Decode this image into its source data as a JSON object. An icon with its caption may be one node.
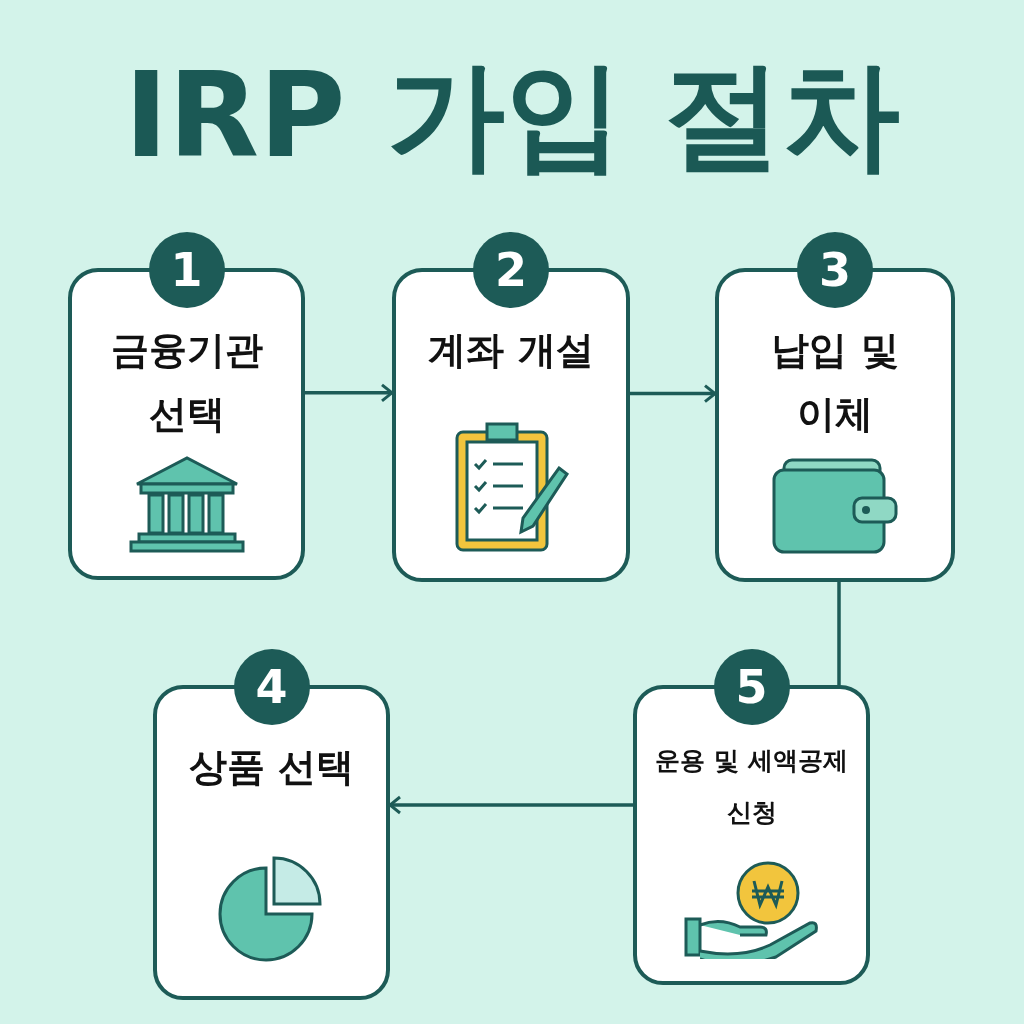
{
  "diagram": {
    "title": "IRP 가입 절차",
    "nodes": [
      {
        "text": [
          "1",
          "금융기관 선택"
        ]
      },
      {
        "text": [
          "2",
          "계좌 개설"
        ]
      },
      {
        "text": [
          "3",
          "납입 및 이체"
        ]
      },
      {
        "text": [
          "4",
          "상품 선택"
        ]
      },
      {
        "text": [
          "5",
          "운용 및 세액공제 신청"
        ]
      }
    ],
    "edges": [
      {
        "from": 0,
        "to": 1,
        "arrow": "to"
      },
      {
        "from": 1,
        "to": 2,
        "arrow": "to"
      },
      {
        "from": 2,
        "to": 4,
        "arrow": "none"
      },
      {
        "from": 4,
        "to": 3,
        "arrow": "to"
      }
    ]
  }
}
